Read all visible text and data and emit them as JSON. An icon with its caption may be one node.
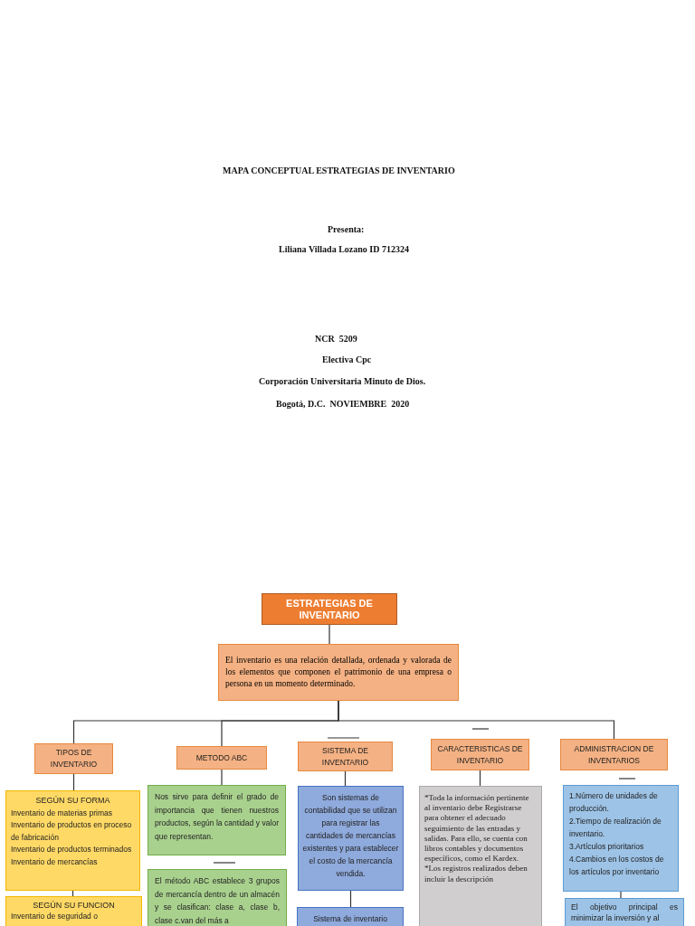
{
  "diagram": {
    "title": "MAPA CONCEPTUAL ESTRATEGIAS DE INVENTARIO",
    "nodes": [
      {
        "text": [
          "ESTRATEGIAS DE INVENTARIO"
        ]
      },
      {
        "text": [
          "El inventario es una relación detallada, ordenada y valorada de los elementos que componen el patrimonio de una empresa o persona en un momento determinado."
        ]
      },
      {
        "text": [
          "TIPOS DE INVENTARIO"
        ]
      },
      {
        "text": [
          "METODO ABC"
        ]
      },
      {
        "text": [
          "SISTEMA DE INVENTARIO"
        ]
      },
      {
        "text": [
          "CARACTERISTICAS DE INVENTARIO"
        ]
      },
      {
        "text": [
          "ADMINISTRACION DE INVENTARIOS"
        ]
      },
      {
        "text": [
          "SEGÚN SU FORMA",
          "Inventario de materias primas",
          "Inventario de productos en proceso de fabricación",
          "Inventario de productos terminados",
          "Inventario de mercancías"
        ]
      },
      {
        "text": [
          "Nos sirve para definir el grado de importancia que tienen nuestros productos, según la cantidad y valor que representan."
        ]
      },
      {
        "text": [
          "Son sistemas de contabilidad que se utilizan para registrar las cantidades de mercancías existentes y para establecer el costo de la mercancía vendida."
        ]
      },
      {
        "text": [
          "*Toda la información pertinente al inventario debe Registrarse para obtener el adecuado seguimiento de las entradas y salidas. Para ello, se cuenta con libros contables y documentos específicos, como el Kardex.",
          "*Los registros realizados deben incluir la descripción"
        ]
      },
      {
        "text": [
          "1.Número de unidades de producción.",
          "2.Tiempo de realización de inventario.",
          "3.Artículos prioritarios",
          "4.Cambios en los costos de los artículos por inventario"
        ]
      },
      {
        "text": [
          "SEGÚN SU FUNCION",
          "Inventario de seguridad o"
        ]
      },
      {
        "text": [
          "El método ABC establece 3 grupos de mercancía dentro de un almacén y se clasifican: clase a, clase b, clase c.van del más a"
        ]
      },
      {
        "text": [
          "Sistema de inventario"
        ]
      },
      {
        "text": [
          "El objetivo principal es minimizar la inversión y al"
        ]
      }
    ],
    "edges": [
      {
        "from": 0,
        "to": 1,
        "arrow": "none"
      },
      {
        "from": 1,
        "to": 2,
        "arrow": "none"
      },
      {
        "from": 1,
        "to": 3,
        "arrow": "none"
      },
      {
        "from": 1,
        "to": 6,
        "arrow": "none"
      },
      {
        "from": 2,
        "to": 7,
        "arrow": "none"
      },
      {
        "from": 3,
        "to": 8,
        "arrow": "none"
      },
      {
        "from": 4,
        "to": 9,
        "arrow": "none"
      },
      {
        "from": 5,
        "to": 10,
        "arrow": "none"
      },
      {
        "from": 7,
        "to": 12,
        "arrow": "none"
      },
      {
        "from": 9,
        "to": 14,
        "arrow": "none"
      },
      {
        "from": 11,
        "to": 15,
        "arrow": "none"
      }
    ],
    "labels": [
      "Presenta:",
      "Liliana Villada Lozano ID 712324",
      "NCR  5209",
      "Electiva Cpc",
      "Corporación Universitaria Minuto de Dios.",
      "Bogotá, D.C.  NOVIEMBRE  2020"
    ]
  }
}
